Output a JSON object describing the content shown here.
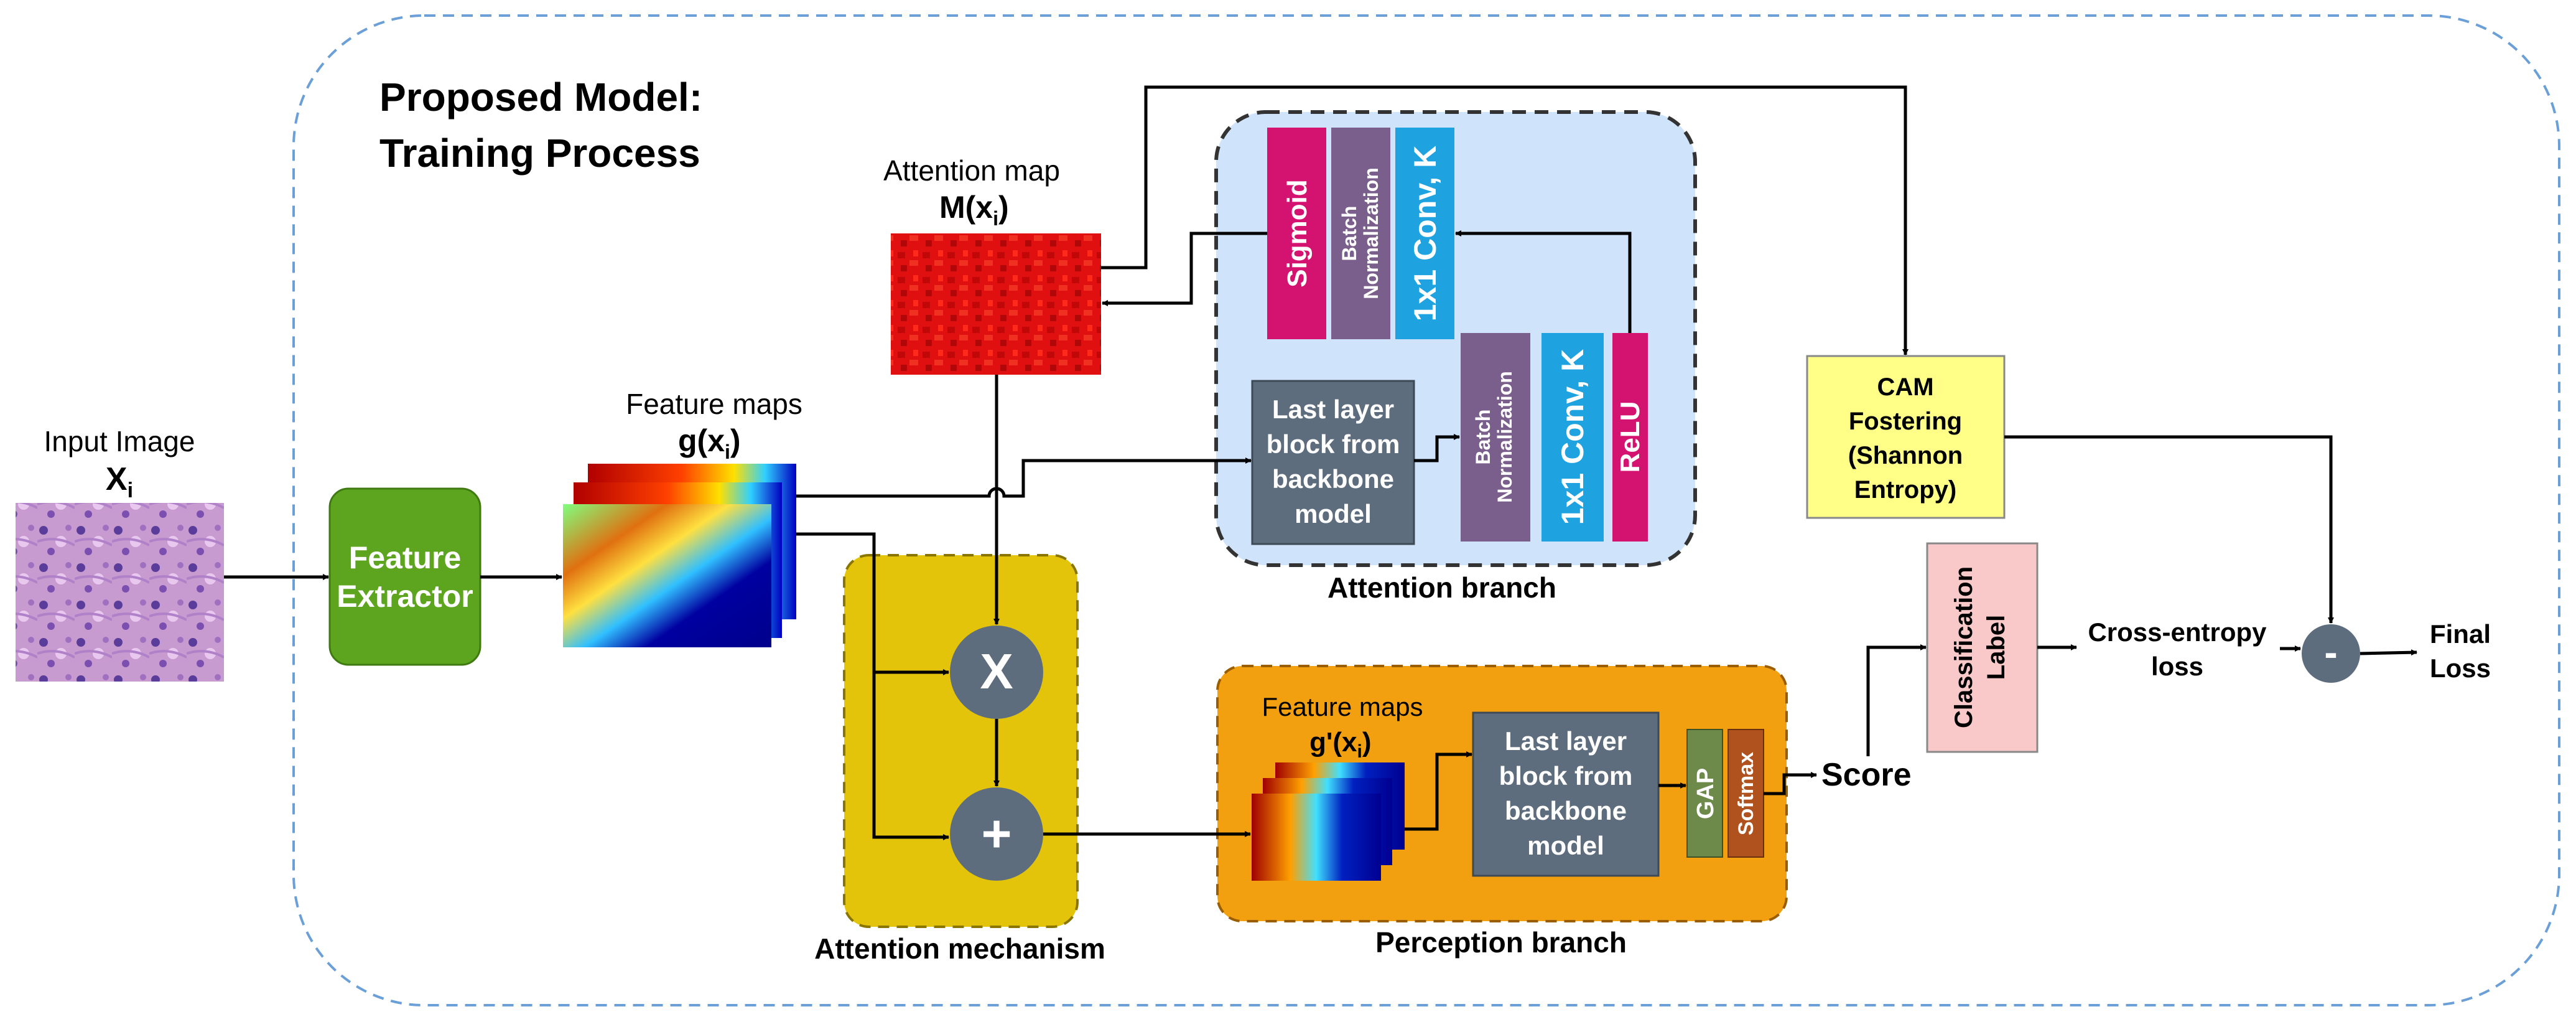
{
  "title": {
    "line1": "Proposed Model:",
    "line2": "Training Process"
  },
  "input": {
    "label": "Input Image",
    "symbol": "X",
    "sub": "i"
  },
  "feature_extractor": {
    "line1": "Feature",
    "line2": "Extractor"
  },
  "feature_maps": {
    "label": "Feature maps",
    "symbol": "g(x",
    "sub": "i",
    "close": ")"
  },
  "attention_map": {
    "label": "Attention map",
    "symbol": "M(x",
    "sub": "i",
    "close": ")"
  },
  "attention_branch": {
    "caption": "Attention branch",
    "sigmoid": "Sigmoid",
    "bn_top": {
      "line1": "Batch",
      "line2": "Normalization"
    },
    "conv_top": "1x1 Conv, K",
    "backbone": {
      "line1": "Last layer",
      "line2": "block from",
      "line3": "backbone",
      "line4": "model"
    },
    "bn_bottom": {
      "line1": "Batch",
      "line2": "Normalization"
    },
    "conv_bottom": "1x1 Conv, K",
    "relu": "ReLU"
  },
  "attention_mechanism": {
    "caption": "Attention mechanism",
    "multiply": "X",
    "add": "+"
  },
  "perception_branch": {
    "caption": "Perception branch",
    "fm_label": "Feature maps",
    "fm_symbol": "g'(x",
    "fm_sub": "i",
    "fm_close": ")",
    "backbone": {
      "line1": "Last layer",
      "line2": "block from",
      "line3": "backbone",
      "line4": "model"
    },
    "gap": "GAP",
    "softmax": "Softmax"
  },
  "score": "Score",
  "cam": {
    "line1": "CAM",
    "line2": "Fostering",
    "line3": "(Shannon",
    "line4": "Entropy)"
  },
  "classification": {
    "line1": "Classification",
    "line2": "Label"
  },
  "cross_entropy": {
    "line1": "Cross-entropy",
    "line2": "loss"
  },
  "minus": "-",
  "final_loss": {
    "line1": "Final",
    "line2": "Loss"
  },
  "colors": {
    "feature_extractor": "#5ea51f",
    "attention_branch_bg": "#cfe3fb",
    "attention_mechanism_bg": "#e3c40a",
    "perception_branch_bg": "#f2a010",
    "sigmoid": "#d4126f",
    "batch_norm": "#7a5e8c",
    "conv": "#1ea3e0",
    "backbone": "#5d6d7e",
    "cam": "#ffff88",
    "classification": "#f9c9c9",
    "gap": "#6d8a4b",
    "softmax": "#b0521e",
    "operator": "#5d6d7e",
    "outline": "#6a9fd8"
  }
}
